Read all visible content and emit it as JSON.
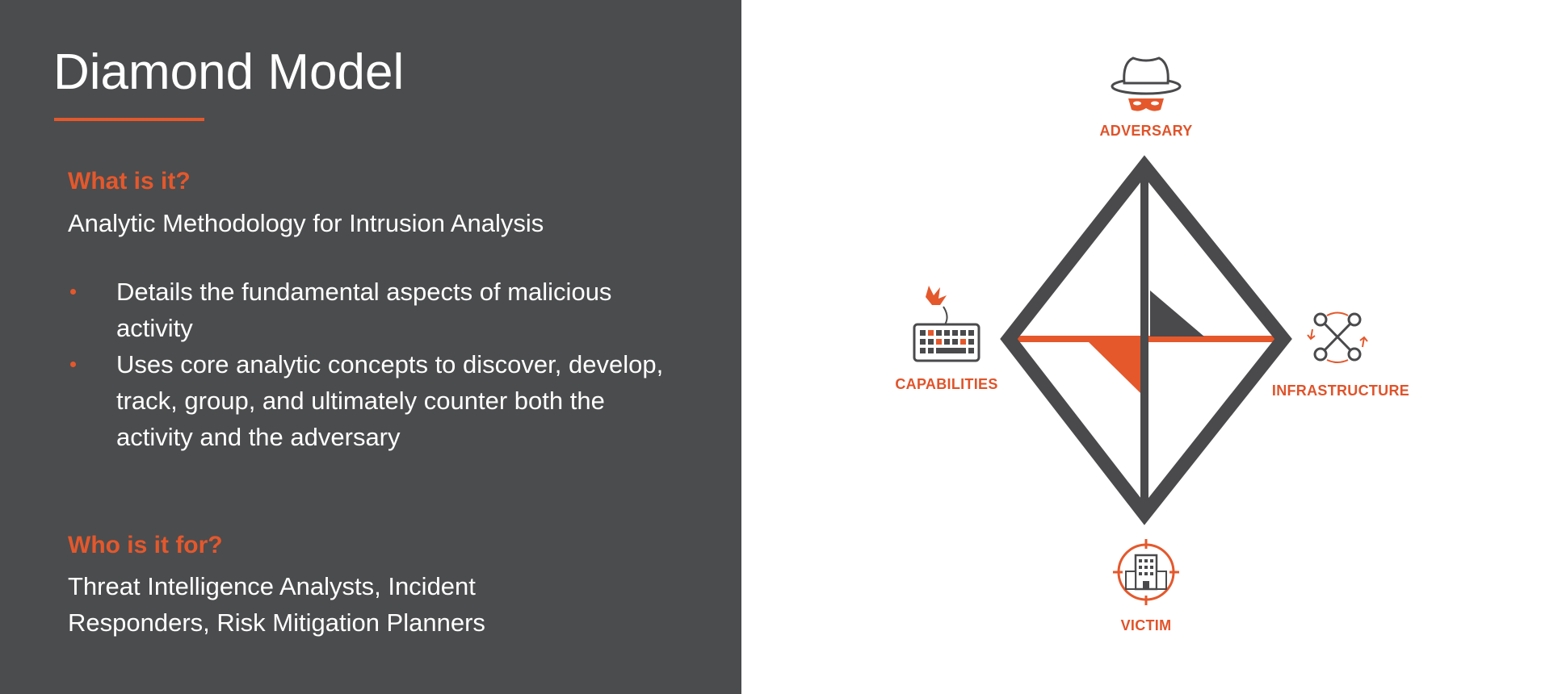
{
  "slide": {
    "title": "Diamond Model",
    "what_heading": "What is it?",
    "what_text": "Analytic Methodology for Intrusion Analysis",
    "bullets": [
      "Details the fundamental aspects of malicious activity",
      "Uses core analytic concepts to discover, develop, track, group, and ultimately counter both the activity and the adversary"
    ],
    "who_heading": "Who is it for?",
    "who_text_1": "Threat Intelligence Analysts, Incident",
    "who_text_2": "Responders, Risk Mitigation Planners"
  },
  "diagram": {
    "vertices": {
      "top": "ADVERSARY",
      "left": "CAPABILITIES",
      "right": "INFRASTRUCTURE",
      "bottom": "VICTIM"
    },
    "icons": {
      "top": "hat-mask-icon",
      "left": "keyboard-explosion-icon",
      "right": "network-nodes-icon",
      "bottom": "target-building-icon"
    }
  },
  "colors": {
    "panel": "#4b4c4e",
    "accent": "#e4582c",
    "dark": "#4a4a4c"
  }
}
